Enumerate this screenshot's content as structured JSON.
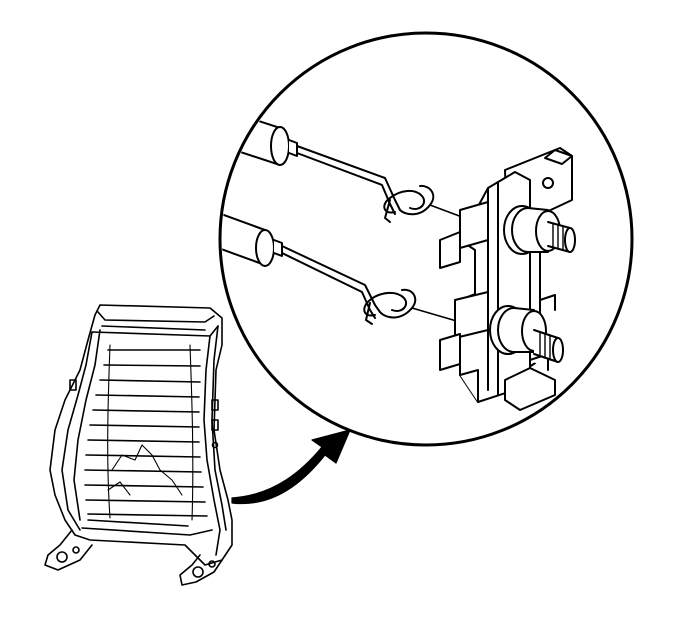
{
  "diagram": {
    "colors": {
      "background": "#ffffff",
      "line": "#000000",
      "fill": "#ffffff"
    },
    "components": [
      {
        "id": "seat-back-frame",
        "icon": "seat-back-frame-icon"
      },
      {
        "id": "detail-view-circle",
        "icon": "magnifier-circle-icon"
      },
      {
        "id": "callout-arrow",
        "icon": "curved-arrow-icon"
      },
      {
        "id": "spring-rod-upper",
        "icon": "spring-rod-icon"
      },
      {
        "id": "spring-rod-lower",
        "icon": "spring-rod-icon"
      },
      {
        "id": "mounting-bracket",
        "icon": "bracket-icon"
      },
      {
        "id": "bolt-upper",
        "icon": "bolt-icon"
      },
      {
        "id": "bolt-lower",
        "icon": "bolt-icon"
      }
    ]
  }
}
